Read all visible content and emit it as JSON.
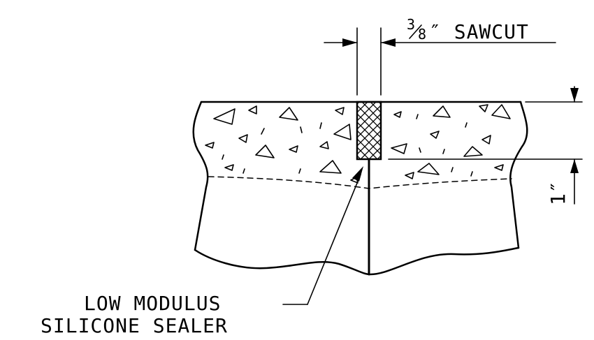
{
  "labels": {
    "sawcut_num": "3",
    "sawcut_den": "8",
    "sawcut_text": "″ SAWCUT",
    "depth_text": "1″",
    "sealer_line1": "LOW MODULUS",
    "sealer_line2": "SILICONE SEALER"
  }
}
